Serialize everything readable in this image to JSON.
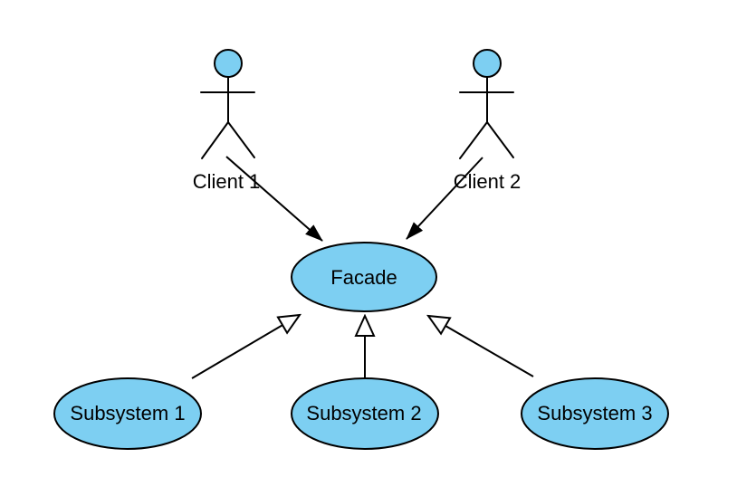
{
  "diagram": {
    "colors": {
      "node_fill": "#7dcff2",
      "stroke": "#000000",
      "background": "#ffffff",
      "label_text": "#000000"
    },
    "actors": [
      {
        "label": "Client 1"
      },
      {
        "label": "Client 2"
      }
    ],
    "nodes": [
      {
        "label": "Facade"
      },
      {
        "label": "Subsystem 1"
      },
      {
        "label": "Subsystem 2"
      },
      {
        "label": "Subsystem 3"
      }
    ],
    "edges": [
      {
        "from": "Client 1",
        "to": "Facade",
        "arrowhead": "solid"
      },
      {
        "from": "Client 2",
        "to": "Facade",
        "arrowhead": "solid"
      },
      {
        "from": "Subsystem 1",
        "to": "Facade",
        "arrowhead": "hollow-triangle"
      },
      {
        "from": "Subsystem 2",
        "to": "Facade",
        "arrowhead": "hollow-triangle"
      },
      {
        "from": "Subsystem 3",
        "to": "Facade",
        "arrowhead": "hollow-triangle"
      }
    ]
  }
}
